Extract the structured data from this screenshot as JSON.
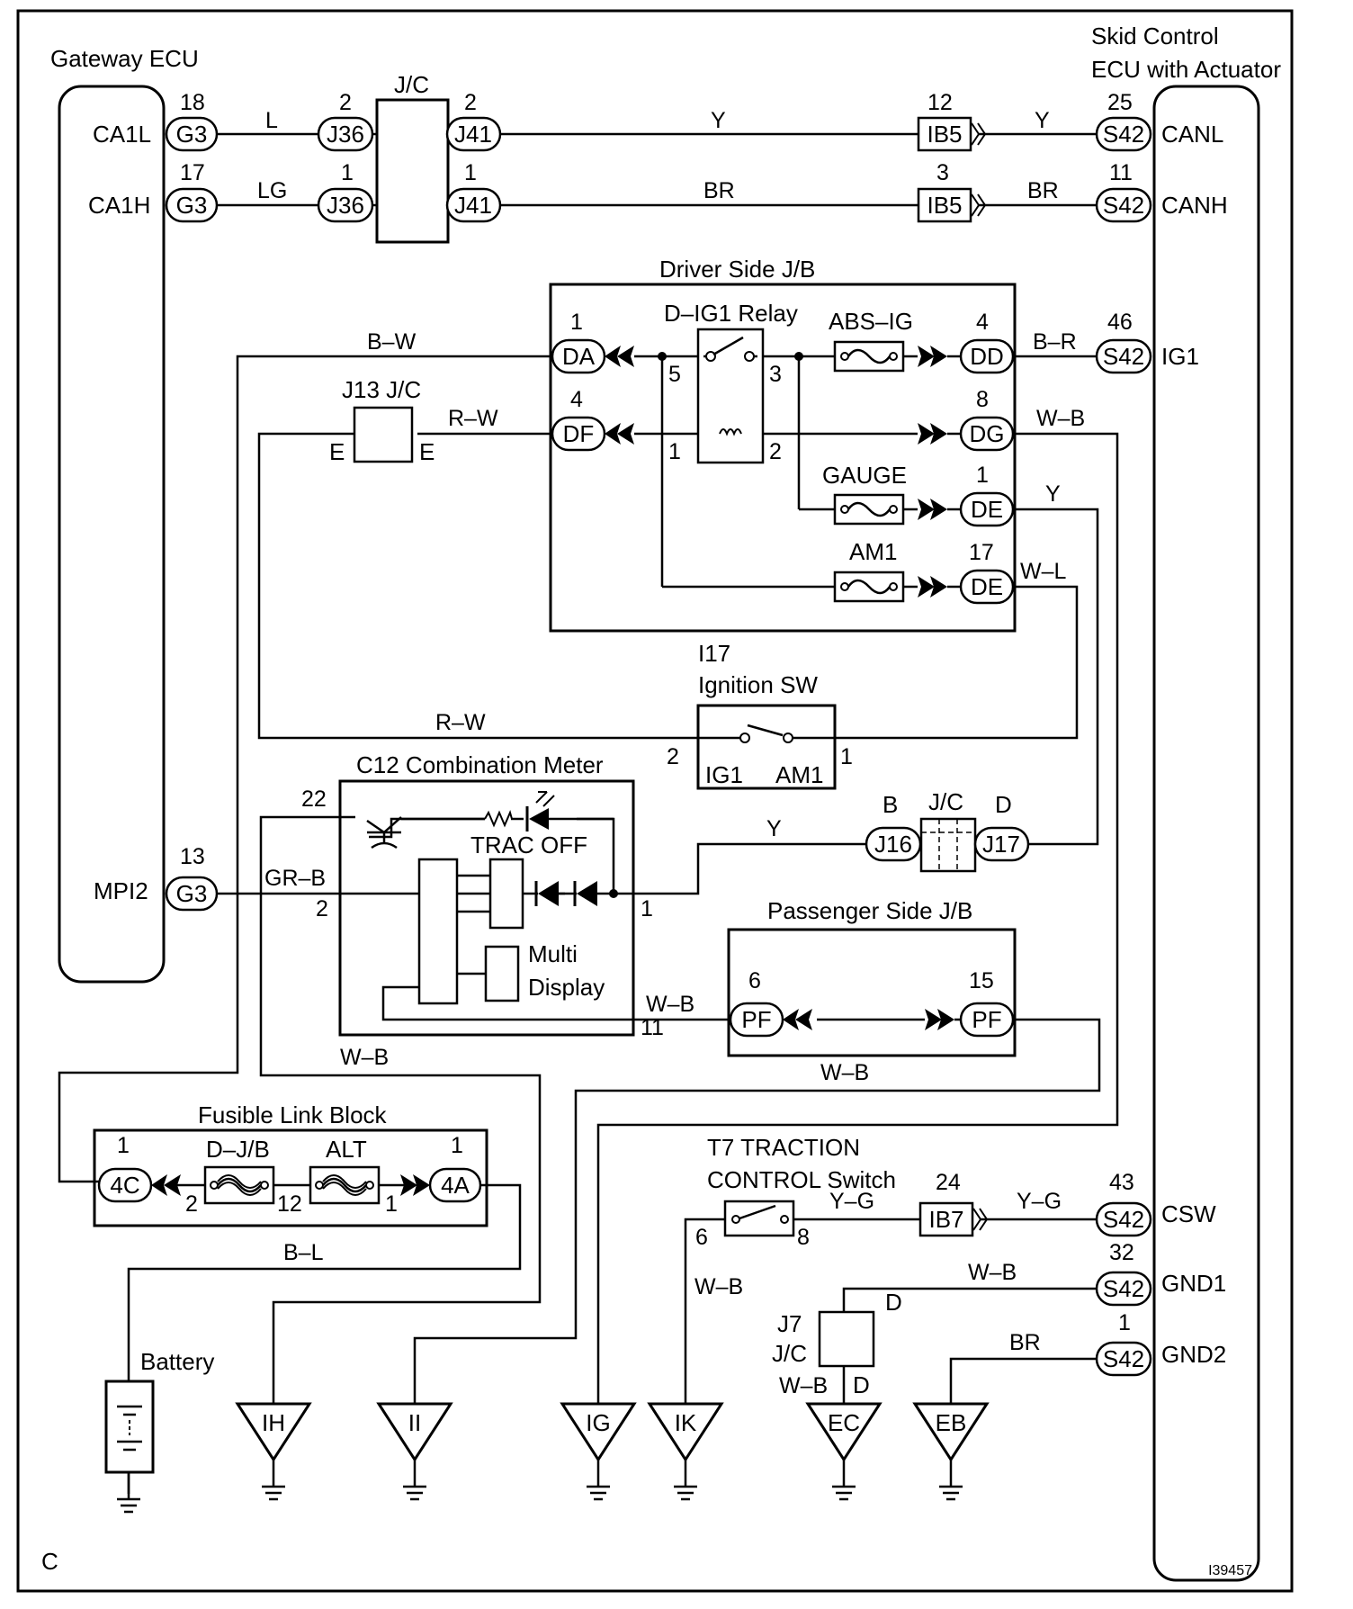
{
  "components": {
    "gateway_ecu": "Gateway ECU",
    "skid_ecu_line1": "Skid Control",
    "skid_ecu_line2": "ECU with Actuator",
    "jc_top": "J/C",
    "driver_jb": "Driver Side J/B",
    "dig1_relay": "D–IG1 Relay",
    "abs_ig": "ABS–IG",
    "gauge": "GAUGE",
    "am1": "AM1",
    "j13": "J13 J/C",
    "ignition_id": "I17",
    "ignition_sw": "Ignition SW",
    "ig1_term": "IG1",
    "am1_term": "AM1",
    "combo_meter": "C12 Combination Meter",
    "trac_off": "TRAC OFF",
    "multi": "Multi",
    "display": "Display",
    "jc_mid": "J/C",
    "passenger_jb": "Passenger Side J/B",
    "fusible_block": "Fusible Link Block",
    "dj_b": "D–J/B",
    "alt": "ALT",
    "battery": "Battery",
    "trac_sw_line1": "T7 TRACTION",
    "trac_sw_line2": "CONTROL Switch",
    "j7": "J7",
    "j7_jc": "J/C",
    "footer_left": "C",
    "footer_right": "I39457"
  },
  "ecu_pins": {
    "ca1l": "CA1L",
    "ca1h": "CA1H",
    "mpi2": "MPI2",
    "canl": "CANL",
    "canh": "CANH",
    "ig1": "IG1",
    "csw": "CSW",
    "gnd1": "GND1",
    "gnd2": "GND2"
  },
  "connectors": {
    "g3": "G3",
    "j36": "J36",
    "j41": "J41",
    "ib5": "IB5",
    "s42": "S42",
    "da": "DA",
    "df": "DF",
    "dd": "DD",
    "dg": "DG",
    "de": "DE",
    "j16": "J16",
    "j17": "J17",
    "pf": "PF",
    "c4": "4C",
    "a4": "4A",
    "ib7": "IB7"
  },
  "pin_numbers": {
    "p18": "18",
    "p17": "17",
    "p2": "2",
    "p1": "1",
    "p12": "12",
    "p3": "3",
    "p25": "25",
    "p11": "11",
    "p4": "4",
    "p46": "46",
    "p5": "5",
    "p8": "8",
    "p22": "22",
    "p13": "13",
    "p6": "6",
    "p15": "15",
    "p24": "24",
    "p43": "43",
    "p32": "32",
    "p11b": "11",
    "p12b": "12"
  },
  "terminals": {
    "e": "E",
    "b": "B",
    "d": "D"
  },
  "wire_colors": {
    "L": "L",
    "LG": "LG",
    "Y": "Y",
    "BR": "BR",
    "BW": "B–W",
    "BR2": "B–R",
    "RW": "R–W",
    "WB": "W–B",
    "WL": "W–L",
    "GRB": "GR–B",
    "BL": "B–L",
    "YG": "Y–G"
  },
  "grounds": [
    "IH",
    "II",
    "IG",
    "IK",
    "EC",
    "EB"
  ]
}
